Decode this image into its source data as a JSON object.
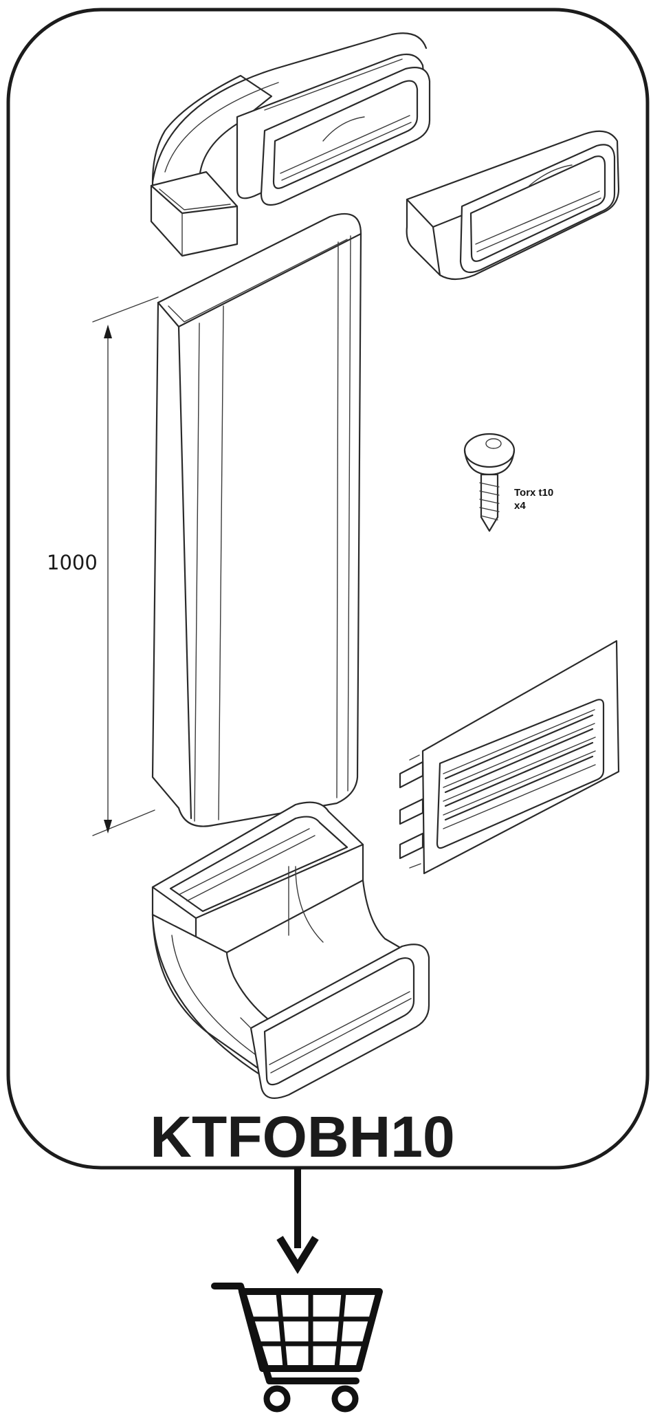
{
  "product_code": "KTFOBH10",
  "dimension": {
    "length_label": "1000"
  },
  "screw": {
    "label_line1": "Torx t10",
    "label_line2": "x4"
  },
  "colors": {
    "line": "#2a2a2a",
    "text": "#1b1b1b",
    "background": "#ffffff"
  },
  "icons": {
    "cart": "shopping-cart-icon",
    "arrow": "arrow-down-icon"
  }
}
